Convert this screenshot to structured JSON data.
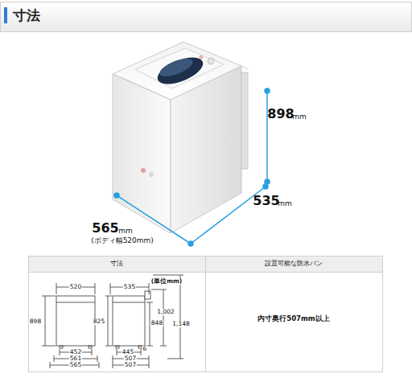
{
  "diagram": {
    "title": "寸法",
    "labels": [
      "898",
      "mm",
      "535",
      "mm",
      "565",
      "mm",
      "(ボディ幅520mm)",
      "寸法",
      "設置可能な防水パン",
      "520",
      "535",
      "(単位mm)",
      "898",
      "825",
      "848",
      "1,002",
      "1,148",
      "452",
      "561",
      "565",
      "445",
      "6",
      "507",
      "507",
      "内寸奥行507mm以上"
    ]
  }
}
